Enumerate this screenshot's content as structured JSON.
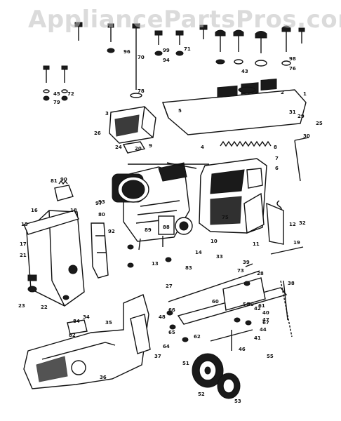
{
  "watermark": {
    "text": "AppliancePartsPros.com"
  },
  "part_labels": [
    {
      "n": "1"
    },
    {
      "n": "2"
    },
    {
      "n": "3"
    },
    {
      "n": "4"
    },
    {
      "n": "5"
    },
    {
      "n": "6"
    },
    {
      "n": "7"
    },
    {
      "n": "8"
    },
    {
      "n": "9"
    },
    {
      "n": "10"
    },
    {
      "n": "11"
    },
    {
      "n": "12"
    },
    {
      "n": "13"
    },
    {
      "n": "14"
    },
    {
      "n": "15"
    },
    {
      "n": "16"
    },
    {
      "n": "17"
    },
    {
      "n": "18"
    },
    {
      "n": "19"
    },
    {
      "n": "20"
    },
    {
      "n": "21"
    },
    {
      "n": "22"
    },
    {
      "n": "23"
    },
    {
      "n": "24"
    },
    {
      "n": "25"
    },
    {
      "n": "26"
    },
    {
      "n": "27"
    },
    {
      "n": "28"
    },
    {
      "n": "29"
    },
    {
      "n": "30"
    },
    {
      "n": "31"
    },
    {
      "n": "32"
    },
    {
      "n": "33"
    },
    {
      "n": "34"
    },
    {
      "n": "35"
    },
    {
      "n": "36"
    },
    {
      "n": "37"
    },
    {
      "n": "38"
    },
    {
      "n": "39"
    },
    {
      "n": "40"
    },
    {
      "n": "41"
    },
    {
      "n": "42"
    },
    {
      "n": "43"
    },
    {
      "n": "44"
    },
    {
      "n": "45"
    },
    {
      "n": "46"
    },
    {
      "n": "47"
    },
    {
      "n": "48"
    },
    {
      "n": "50"
    },
    {
      "n": "51"
    },
    {
      "n": "52"
    },
    {
      "n": "53"
    },
    {
      "n": "55"
    },
    {
      "n": "56"
    },
    {
      "n": "60"
    },
    {
      "n": "61"
    },
    {
      "n": "62"
    },
    {
      "n": "64"
    },
    {
      "n": "65"
    },
    {
      "n": "66"
    },
    {
      "n": "67"
    },
    {
      "n": "70"
    },
    {
      "n": "71"
    },
    {
      "n": "72"
    },
    {
      "n": "73"
    },
    {
      "n": "75"
    },
    {
      "n": "76"
    },
    {
      "n": "78"
    },
    {
      "n": "79"
    },
    {
      "n": "80"
    },
    {
      "n": "81"
    },
    {
      "n": "82"
    },
    {
      "n": "83"
    },
    {
      "n": "84"
    },
    {
      "n": "88"
    },
    {
      "n": "89"
    },
    {
      "n": "90"
    },
    {
      "n": "92"
    },
    {
      "n": "93"
    },
    {
      "n": "94"
    },
    {
      "n": "96"
    },
    {
      "n": "97"
    },
    {
      "n": "98"
    },
    {
      "n": "99"
    }
  ]
}
